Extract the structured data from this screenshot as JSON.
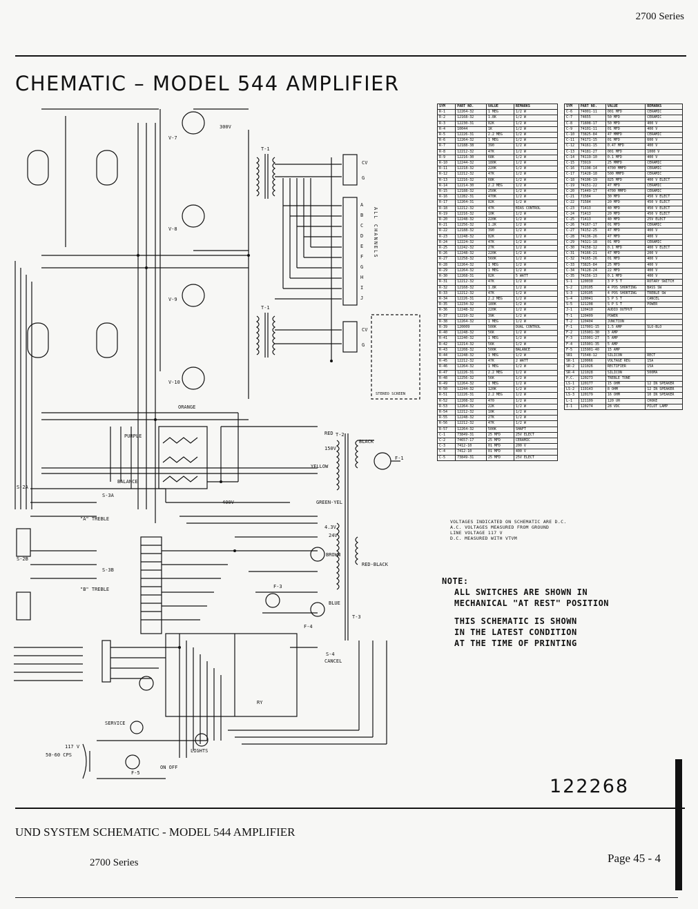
{
  "header": {
    "series": "2700 Series"
  },
  "title": "CHEMATIC – MODEL 544 AMPLIFIER",
  "schematic_labels": {
    "tubes": [
      "V-7",
      "V-8",
      "V-9",
      "V-10"
    ],
    "transformers": [
      "T-1",
      "T-1",
      "T-2",
      "T-3"
    ],
    "channel_letters": [
      "A",
      "B",
      "C",
      "D",
      "E",
      "F",
      "G",
      "H",
      "I",
      "J"
    ],
    "channel_words": "ALL CHANNELS",
    "terminals": [
      "CV",
      "G",
      "CV",
      "G"
    ],
    "switches": [
      "S-2A",
      "S-3A",
      "S-2B",
      "S-3B",
      "S-4"
    ],
    "controls": [
      "\"A\" TREBLE",
      "\"B\" TREBLE",
      "BALANCE",
      "CANCEL",
      "SERVICE",
      "LIGHTS",
      "RY"
    ],
    "power": [
      "117 V",
      "50-60 CPS",
      "ON OFF"
    ],
    "fuses": [
      "F-1",
      "F-3",
      "F-4",
      "F-5"
    ],
    "wires": [
      "RED",
      "BLACK",
      "GREEN-YEL",
      "YELLOW",
      "BROWN",
      "ORANGE",
      "BLUE",
      "PURPLE",
      "RED-BLACK"
    ],
    "speaker_box": "STEREO SCREEN",
    "voltages": [
      "400V",
      "150V",
      "24V",
      "4.3V",
      "300V"
    ]
  },
  "parts_list_left": {
    "headers": [
      "SYM",
      "PART NO.",
      "VALUE",
      "REMARKS"
    ],
    "rows": [
      [
        "R-1",
        "12264-32",
        "1 MEG",
        "1/2 W"
      ],
      [
        "R-2",
        "12168-32",
        "1.8K",
        "1/2 W"
      ],
      [
        "R-3",
        "12230-31",
        "82K",
        "1/2 W"
      ],
      [
        "R-4",
        "10044",
        "1K",
        "1/2 W"
      ],
      [
        "R-5",
        "12226-31",
        "2.2 MEG",
        "1/2 W"
      ],
      [
        "R-6",
        "12264-32",
        "1 MEG",
        "1/2 W"
      ],
      [
        "R-7",
        "12188-38",
        "390",
        "1/2 W"
      ],
      [
        "R-8",
        "12212-32",
        "47K",
        "1/2 W"
      ],
      [
        "R-9",
        "12216-30",
        "68K",
        "1/2 W"
      ],
      [
        "R-10",
        "12244-32",
        "180K",
        "1/2 W"
      ],
      [
        "R-11",
        "12218-32",
        "220K",
        "1/2 W"
      ],
      [
        "R-12",
        "12212-32",
        "47K",
        "1/2 W"
      ],
      [
        "R-13",
        "12216-32",
        "68K",
        "1/2 W"
      ],
      [
        "R-14",
        "12214-30",
        "2.2 MEG",
        "1/2 W"
      ],
      [
        "R-15",
        "12188-32",
        "250K",
        "1/2 W"
      ],
      [
        "R-16",
        "12282-31",
        "470K",
        "1/2 W"
      ],
      [
        "R-17",
        "12264-31",
        "82K",
        "1/2 W"
      ],
      [
        "R-18",
        "12212-32",
        "47K",
        "BIAS CONTROL"
      ],
      [
        "R-19",
        "12216-32",
        "10K",
        "1/2 W"
      ],
      [
        "R-20",
        "12248-32",
        "220K",
        "1/2 W"
      ],
      [
        "R-21",
        "12256-32",
        "1.2K",
        "1/2 W"
      ],
      [
        "R-22",
        "12188-32",
        "390",
        "1/2 W"
      ],
      [
        "R-23",
        "12248-32",
        "82K",
        "1/2 W"
      ],
      [
        "R-24",
        "12224-32",
        "47K",
        "1/2 W"
      ],
      [
        "R-25",
        "12242-32",
        "27K",
        "1/2 W"
      ],
      [
        "R-26",
        "12248-32",
        "220K",
        "1/2 W"
      ],
      [
        "R-27",
        "12258-32",
        "560K",
        "1/2 W"
      ],
      [
        "R-28",
        "12264-32",
        "1 MEG",
        "1/2 W"
      ],
      [
        "R-29",
        "12264-32",
        "1 MEG",
        "1/2 W"
      ],
      [
        "R-30",
        "12268-31",
        "82K",
        "5 WATT"
      ],
      [
        "R-31",
        "12212-32",
        "47K",
        "1/2 W"
      ],
      [
        "R-32",
        "12168-32",
        "1.8K",
        "1/2 W"
      ],
      [
        "R-33",
        "12212-32",
        "47K",
        "1/2 W"
      ],
      [
        "R-34",
        "12226-31",
        "2.2 MEG",
        "1/2 W"
      ],
      [
        "R-35",
        "12234-32",
        "180K",
        "1/2 W"
      ],
      [
        "R-36",
        "12248-32",
        "220K",
        "1/2 W"
      ],
      [
        "R-37",
        "12210-32",
        "39K",
        "1/2 W"
      ],
      [
        "R-38",
        "12264-32",
        "1 MEG",
        "1/2 W"
      ],
      [
        "R-39",
        "120009",
        "500K",
        "DUAL CONTROL"
      ],
      [
        "R-40",
        "12248-32",
        "56K",
        "1/2 W"
      ],
      [
        "R-41",
        "12240-32",
        "1 MEG",
        "1/2 W"
      ],
      [
        "R-42",
        "12214-32",
        "56K",
        "1/2 W"
      ],
      [
        "R-43",
        "12208-32",
        "500K",
        "BALANCE"
      ],
      [
        "R-44",
        "12248-32",
        "1 MEG",
        "1/2 W"
      ],
      [
        "R-45",
        "12212-32",
        "47K",
        "2 WATT"
      ],
      [
        "R-46",
        "12264-32",
        "1 MEG",
        "1/2 W"
      ],
      [
        "R-47",
        "12226-31",
        "2.2 MEG",
        "1/2 W"
      ],
      [
        "R-48",
        "12256-32",
        "56K",
        "1/2 W"
      ],
      [
        "R-49",
        "12264-32",
        "1 MEG",
        "1/2 W"
      ],
      [
        "R-50",
        "12244-32",
        "120K",
        "1/2 W"
      ],
      [
        "R-51",
        "12226-31",
        "2.2 MEG",
        "1/2 W"
      ],
      [
        "R-52",
        "12208-32",
        "470",
        "1/2 W"
      ],
      [
        "R-53",
        "12264-32",
        "22K",
        "1/2 W"
      ],
      [
        "R-54",
        "12212-32",
        "10K",
        "1/2 W"
      ],
      [
        "R-55",
        "12248-32",
        "27K",
        "1/2 W"
      ],
      [
        "R-56",
        "12212-32",
        "47K",
        "1/2 W"
      ],
      [
        "R-57",
        "12264-32",
        "500K",
        "SHAFT"
      ],
      [
        "C-1",
        "73849-31",
        "25 MFD",
        "25V ELECT"
      ],
      [
        "C-2",
        "74657-17",
        "25 MFD",
        "CERAMIC"
      ],
      [
        "C-3",
        "7412-10",
        "01 MFD",
        "200 V"
      ],
      [
        "C-4",
        "7412-10",
        "01 MFD",
        "400 V"
      ],
      [
        "C-5",
        "73849-31",
        "25 MFD",
        "25V ELECT"
      ]
    ]
  },
  "parts_list_right": {
    "headers": [
      "SYM",
      "PART NO.",
      "VALUE",
      "REMARKS"
    ],
    "rows": [
      [
        "C-6",
        "74001-11",
        "001 MFD",
        "CERAMIC"
      ],
      [
        "C-7",
        "74655",
        "50 MFD",
        "CERAMIC"
      ],
      [
        "C-8",
        "71808-17",
        "50 MFD",
        "400 V"
      ],
      [
        "C-9",
        "74101-11",
        "01 MFD",
        "400 V"
      ],
      [
        "C-10",
        "73825-84",
        "47 MMFD",
        "CERAMIC"
      ],
      [
        "C-11",
        "74171-15",
        "01 MFD",
        "600 V"
      ],
      [
        "C-12",
        "74161-15",
        "0.47 MFD",
        "400 V"
      ],
      [
        "C-13",
        "74181-27",
        "001 MFD",
        "1000 V"
      ],
      [
        "C-14",
        "74119-10",
        "0.1 MFD",
        "400 V"
      ],
      [
        "C-15",
        "73919",
        "25 MMFD",
        "CERAMIC"
      ],
      [
        "C-16",
        "71198-14",
        "4700 MMFD",
        "CERAMIC"
      ],
      [
        "C-17",
        "71428-18",
        "500 MMFD",
        "CERAMIC"
      ],
      [
        "C-18",
        "74106-19",
        "825 MFD",
        "400 V ELECT"
      ],
      [
        "C-19",
        "74151-22",
        "47 MFD",
        "CERAMIC"
      ],
      [
        "C-20",
        "71449-17",
        "4700 MMFD",
        "CERAMIC"
      ],
      [
        "C-21",
        "71584",
        "30 MFD",
        "450 V ELECT"
      ],
      [
        "C-22",
        "71584",
        "20 MFD",
        "450 V ELECT"
      ],
      [
        "C-23",
        "71413",
        "40 MFD",
        "450 V ELECT"
      ],
      [
        "C-24",
        "71413",
        "20 MFD",
        "450 V ELECT"
      ],
      [
        "C-25",
        "71413",
        "40 MFD",
        "25V ELECT"
      ],
      [
        "C-26",
        "74167-17",
        "01 MFD",
        "CERAMIC"
      ],
      [
        "C-27",
        "74152-25",
        "47 MFD",
        "400 V"
      ],
      [
        "C-28",
        "74136-26",
        "47 MFD",
        "400 V"
      ],
      [
        "C-29",
        "74321-18",
        "01 MFD",
        "CERAMIC"
      ],
      [
        "C-30",
        "74158-12",
        "0.1 MFD",
        "400 V ELECT"
      ],
      [
        "C-31",
        "74166-21",
        "47 MFD",
        "200 V"
      ],
      [
        "C-32",
        "74165-26",
        "01 MFD",
        "400 V"
      ],
      [
        "C-33",
        "73825-84",
        "25 MFD",
        "400 V"
      ],
      [
        "C-34",
        "74128-24",
        "22 MFD",
        "400 V"
      ],
      [
        "C-35",
        "74156-13",
        "0.1 MFD",
        "400 V"
      ],
      [
        "S-1",
        "120030",
        "3 P 5 T",
        "ROTARY SWITCH"
      ],
      [
        "S-2",
        "120105",
        "4 POS SHORTING",
        "BASS SW"
      ],
      [
        "S-3",
        "120105",
        "4 POS SHORTING",
        "TREBLE SW"
      ],
      [
        "S-4",
        "120041",
        "S P S T",
        "CANCEL"
      ],
      [
        "S-5",
        "121208",
        "S P S T",
        "POWER"
      ],
      [
        "J-1",
        "120410",
        "AUDIO OUTPUT",
        ""
      ],
      [
        "T-1",
        "120409",
        "POWER",
        ""
      ],
      [
        "T-2",
        "120404",
        "JUNCTION",
        ""
      ],
      [
        "F-1",
        "117001-15",
        "1.5 AMP",
        "SLO-BLO"
      ],
      [
        "F-2",
        "115901-30",
        "3 AMP",
        ""
      ],
      [
        "F-3",
        "115901-27",
        "5 AMP",
        ""
      ],
      [
        "F-4",
        "115901-35",
        "5 AMP",
        ""
      ],
      [
        "F-5",
        "115901-40",
        "15 AMP",
        ""
      ],
      [
        "SR1",
        "71548-12",
        "SILICON",
        "RECT"
      ],
      [
        "SR-1",
        "120066",
        "VOLTAGE REG",
        "15A"
      ],
      [
        "SR-2",
        "121026",
        "RECTIFIER",
        "15A"
      ],
      [
        "SR-4",
        "121028",
        "SILICON",
        "500MA"
      ],
      [
        "P.C.",
        "120273",
        "TREBLE TONE",
        ""
      ],
      [
        "LS-1",
        "120177",
        "15 OHM",
        "12 IN SPEAKER"
      ],
      [
        "LS-2",
        "119143",
        "8 OHM",
        "12 IN SPEAKER"
      ],
      [
        "LS-3",
        "120179",
        "16 OHM",
        "10 IN SPEAKER"
      ],
      [
        "L-1",
        "121109",
        "120 UH",
        "CHOKE"
      ],
      [
        "I-1",
        "120274",
        "28 VDC",
        "PILOT LAMP"
      ]
    ]
  },
  "notes": {
    "voltages": [
      "VOLTAGES INDICATED ON SCHEMATIC ARE D.C.",
      "A.C. VOLTAGES MEASURED FROM GROUND",
      "LINE VOLTAGE 117 V",
      "D.C. MEASURED WITH VTVM"
    ],
    "note_label": "NOTE:",
    "note_lines": [
      "ALL SWITCHES ARE SHOWN IN",
      "MECHANICAL \"AT REST\" POSITION",
      "THIS SCHEMATIC IS SHOWN",
      "IN THE LATEST CONDITION",
      "AT THE TIME OF PRINTING"
    ]
  },
  "doc_number": "122268",
  "footer": {
    "title": "UND SYSTEM SCHEMATIC - MODEL 544 AMPLIFIER",
    "series": "2700 Series",
    "page": "Page  45 - 4"
  }
}
